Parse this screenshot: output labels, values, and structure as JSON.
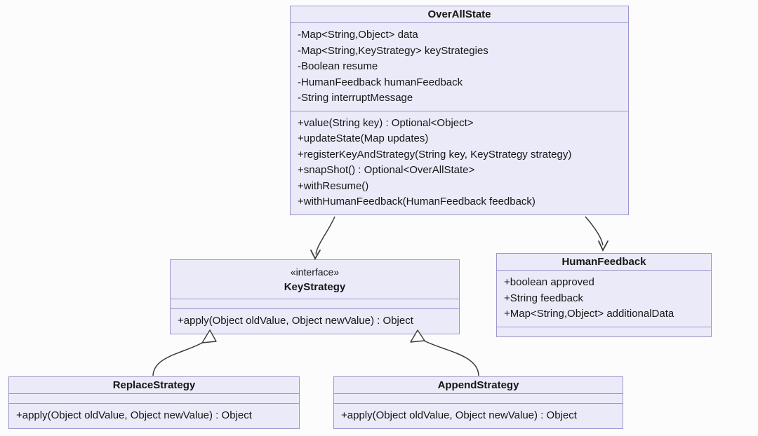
{
  "diagram": {
    "type": "uml-class-diagram",
    "classes": {
      "overAllState": {
        "name": "OverAllState",
        "attributes": [
          "-Map<String,Object> data",
          "-Map<String,KeyStrategy> keyStrategies",
          "-Boolean resume",
          "-HumanFeedback humanFeedback",
          "-String interruptMessage"
        ],
        "methods": [
          "+value(String key) : Optional<Object>",
          "+updateState(Map updates)",
          "+registerKeyAndStrategy(String key, KeyStrategy strategy)",
          "+snapShot() : Optional<OverAllState>",
          "+withResume()",
          "+withHumanFeedback(HumanFeedback feedback)"
        ]
      },
      "keyStrategy": {
        "stereotype": "«interface»",
        "name": "KeyStrategy",
        "attributes": [],
        "methods": [
          "+apply(Object oldValue, Object newValue) : Object"
        ]
      },
      "humanFeedback": {
        "name": "HumanFeedback",
        "attributes": [
          "+boolean approved",
          "+String feedback",
          "+Map<String,Object> additionalData"
        ],
        "methods": []
      },
      "replaceStrategy": {
        "name": "ReplaceStrategy",
        "attributes": [],
        "methods": [
          "+apply(Object oldValue, Object newValue) : Object"
        ]
      },
      "appendStrategy": {
        "name": "AppendStrategy",
        "attributes": [],
        "methods": [
          "+apply(Object oldValue, Object newValue) : Object"
        ]
      }
    },
    "relations": [
      {
        "from": "OverAllState",
        "to": "KeyStrategy",
        "type": "association-arrow"
      },
      {
        "from": "OverAllState",
        "to": "HumanFeedback",
        "type": "association-arrow"
      },
      {
        "from": "ReplaceStrategy",
        "to": "KeyStrategy",
        "type": "realization-hollow-triangle"
      },
      {
        "from": "AppendStrategy",
        "to": "KeyStrategy",
        "type": "realization-hollow-triangle"
      }
    ],
    "colors": {
      "boxFill": "#EBEAF9",
      "boxStroke": "#9B96CC",
      "lineColor": "#3a3a3a",
      "textColor": "#161616",
      "background": "#fcfcfc"
    }
  }
}
